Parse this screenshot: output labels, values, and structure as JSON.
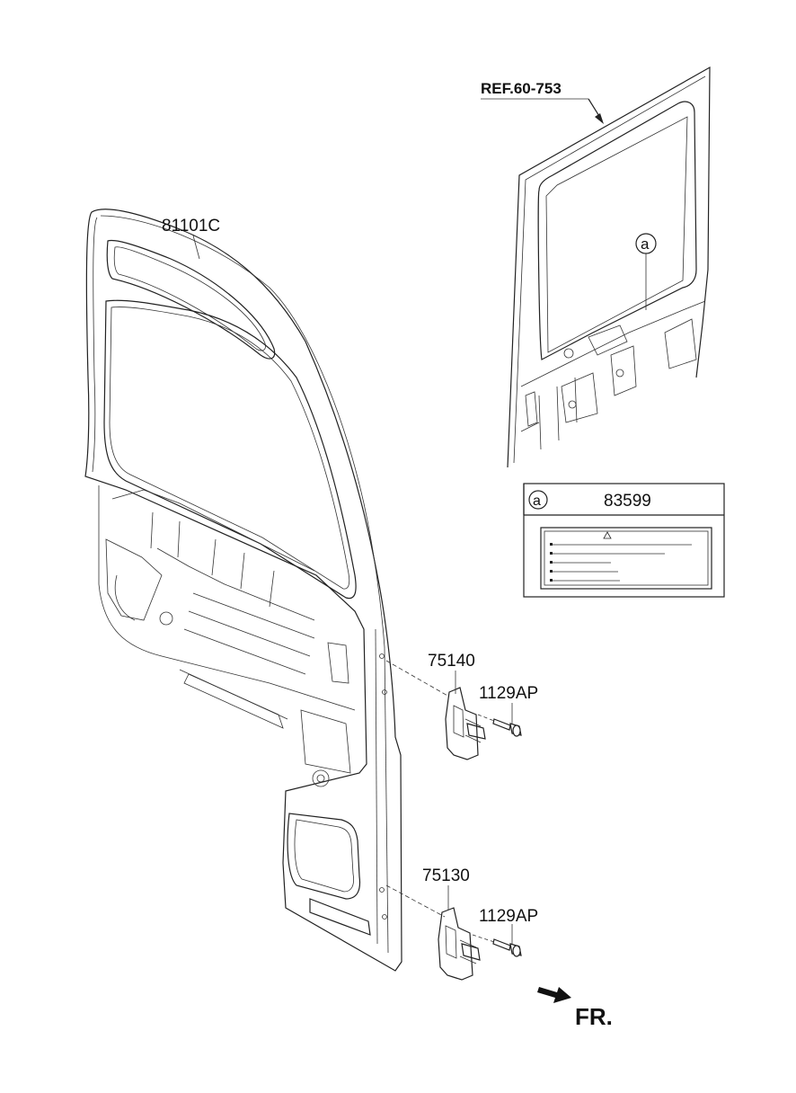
{
  "labels": {
    "door_panel": "81101C",
    "ref": "REF.60-753",
    "callout_letter": "a",
    "label_part": "83599",
    "upper_hinge": "75140",
    "upper_bolt": "1129AP",
    "lower_hinge": "75130",
    "lower_bolt": "1129AP",
    "front_indicator": "FR."
  },
  "icons": {
    "warning_label": "warning-triangle-icon",
    "front_arrow": "arrow-icon"
  }
}
